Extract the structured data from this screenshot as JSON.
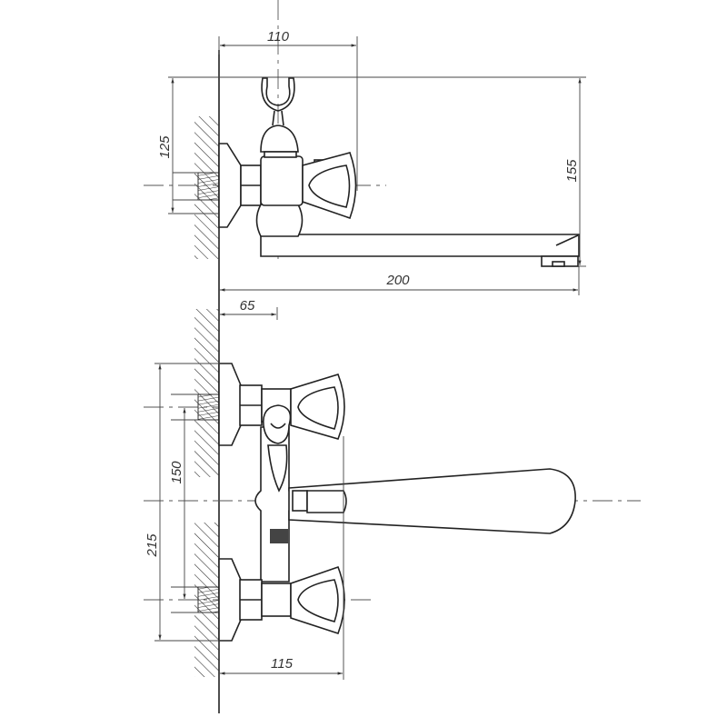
{
  "drawing": {
    "title": "Faucet technical drawing",
    "dimensions": {
      "top_width": "110",
      "top_height_inlet": "125",
      "top_height_total": "155",
      "spout_length": "200",
      "bottom_offset": "65",
      "inlet_spacing": "150",
      "flange_span": "215",
      "handle_reach": "115"
    }
  }
}
